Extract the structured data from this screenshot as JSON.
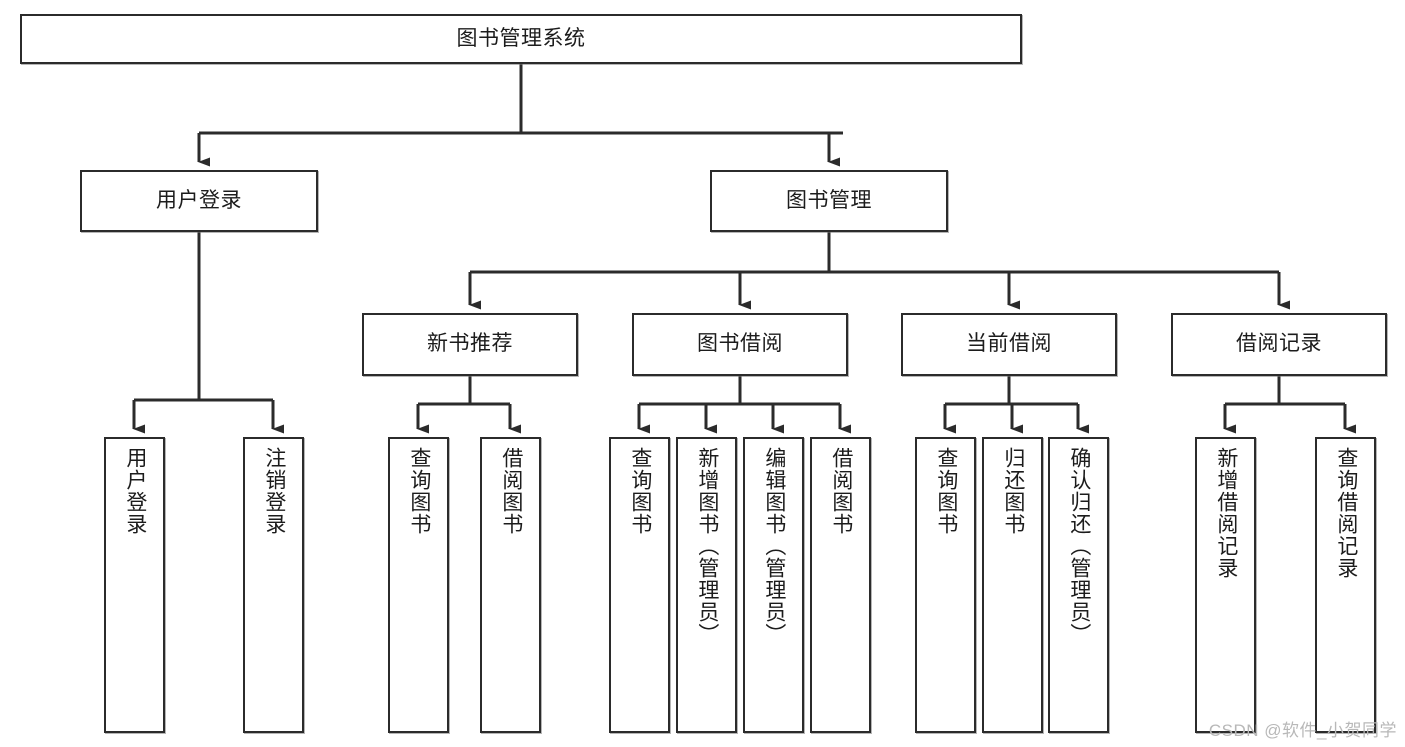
{
  "diagram": {
    "type": "tree",
    "title": "图书管理系统",
    "watermark": "CSDN @软件_小贺同学",
    "colors": {
      "box_border": "#2b2b2b",
      "box_fill": "#ffffff",
      "edge": "#2b2b2b",
      "text": "#1c1c1c",
      "watermark": "#b8b8b8"
    },
    "nodes": {
      "root": {
        "label": "图书管理系统"
      },
      "level2": [
        {
          "id": "user-login",
          "label": "用户登录"
        },
        {
          "id": "book-manage",
          "label": "图书管理"
        }
      ],
      "level3": [
        {
          "id": "new-book-rec",
          "label": "新书推荐"
        },
        {
          "id": "book-borrow",
          "label": "图书借阅"
        },
        {
          "id": "current-borrow",
          "label": "当前借阅"
        },
        {
          "id": "borrow-record",
          "label": "借阅记录"
        }
      ],
      "leaves": {
        "user-login": [
          {
            "id": "leaf-user-login",
            "label": "用户登录"
          },
          {
            "id": "leaf-logout",
            "label": "注销登录"
          }
        ],
        "new-book-rec": [
          {
            "id": "leaf-query-book-1",
            "label": "查询图书"
          },
          {
            "id": "leaf-borrow-book-1",
            "label": "借阅图书"
          }
        ],
        "book-borrow": [
          {
            "id": "leaf-query-book-2",
            "label": "查询图书"
          },
          {
            "id": "leaf-add-book",
            "label": "新增图书（管理员）"
          },
          {
            "id": "leaf-edit-book",
            "label": "编辑图书（管理员）"
          },
          {
            "id": "leaf-borrow-book-2",
            "label": "借阅图书"
          }
        ],
        "current-borrow": [
          {
            "id": "leaf-query-book-3",
            "label": "查询图书"
          },
          {
            "id": "leaf-return-book",
            "label": "归还图书"
          },
          {
            "id": "leaf-confirm-return",
            "label": "确认归还（管理员）"
          }
        ],
        "borrow-record": [
          {
            "id": "leaf-add-record",
            "label": "新增借阅记录"
          },
          {
            "id": "leaf-query-record",
            "label": "查询借阅记录"
          }
        ]
      }
    },
    "edges": [
      {
        "from": "root",
        "to": "user-login"
      },
      {
        "from": "root",
        "to": "book-manage"
      },
      {
        "from": "user-login",
        "to": "leaf-user-login"
      },
      {
        "from": "user-login",
        "to": "leaf-logout"
      },
      {
        "from": "book-manage",
        "to": "new-book-rec"
      },
      {
        "from": "book-manage",
        "to": "book-borrow"
      },
      {
        "from": "book-manage",
        "to": "current-borrow"
      },
      {
        "from": "book-manage",
        "to": "borrow-record"
      },
      {
        "from": "new-book-rec",
        "to": "leaf-query-book-1"
      },
      {
        "from": "new-book-rec",
        "to": "leaf-borrow-book-1"
      },
      {
        "from": "book-borrow",
        "to": "leaf-query-book-2"
      },
      {
        "from": "book-borrow",
        "to": "leaf-add-book"
      },
      {
        "from": "book-borrow",
        "to": "leaf-edit-book"
      },
      {
        "from": "book-borrow",
        "to": "leaf-borrow-book-2"
      },
      {
        "from": "current-borrow",
        "to": "leaf-query-book-3"
      },
      {
        "from": "current-borrow",
        "to": "leaf-return-book"
      },
      {
        "from": "current-borrow",
        "to": "leaf-confirm-return"
      },
      {
        "from": "borrow-record",
        "to": "leaf-add-record"
      },
      {
        "from": "borrow-record",
        "to": "leaf-query-record"
      }
    ]
  }
}
